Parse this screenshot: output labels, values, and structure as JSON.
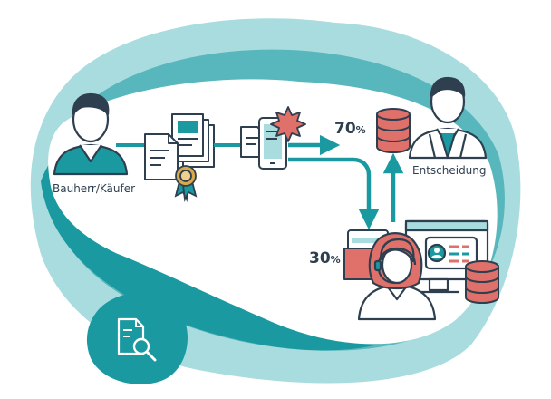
{
  "diagram": {
    "buyer_label": "Bauherr/Käufer",
    "decision_label": "Entscheidung",
    "automated_share": {
      "value": "70",
      "unit": "%"
    },
    "manual_share": {
      "value": "30",
      "unit": "%"
    }
  },
  "colors": {
    "teal": "#1a9aa0",
    "teal_dark": "#13777e",
    "teal_light": "#a9dcdf",
    "outline": "#2e3f4f",
    "salmon": "#e0706a",
    "gold": "#d9a94a"
  },
  "icons": [
    "person-icon",
    "documents-icon",
    "certificate-seal-icon",
    "mobile-documents-icon",
    "starburst-icon",
    "database-icon",
    "agent-headset-icon",
    "computer-monitor-icon",
    "document-search-icon"
  ]
}
